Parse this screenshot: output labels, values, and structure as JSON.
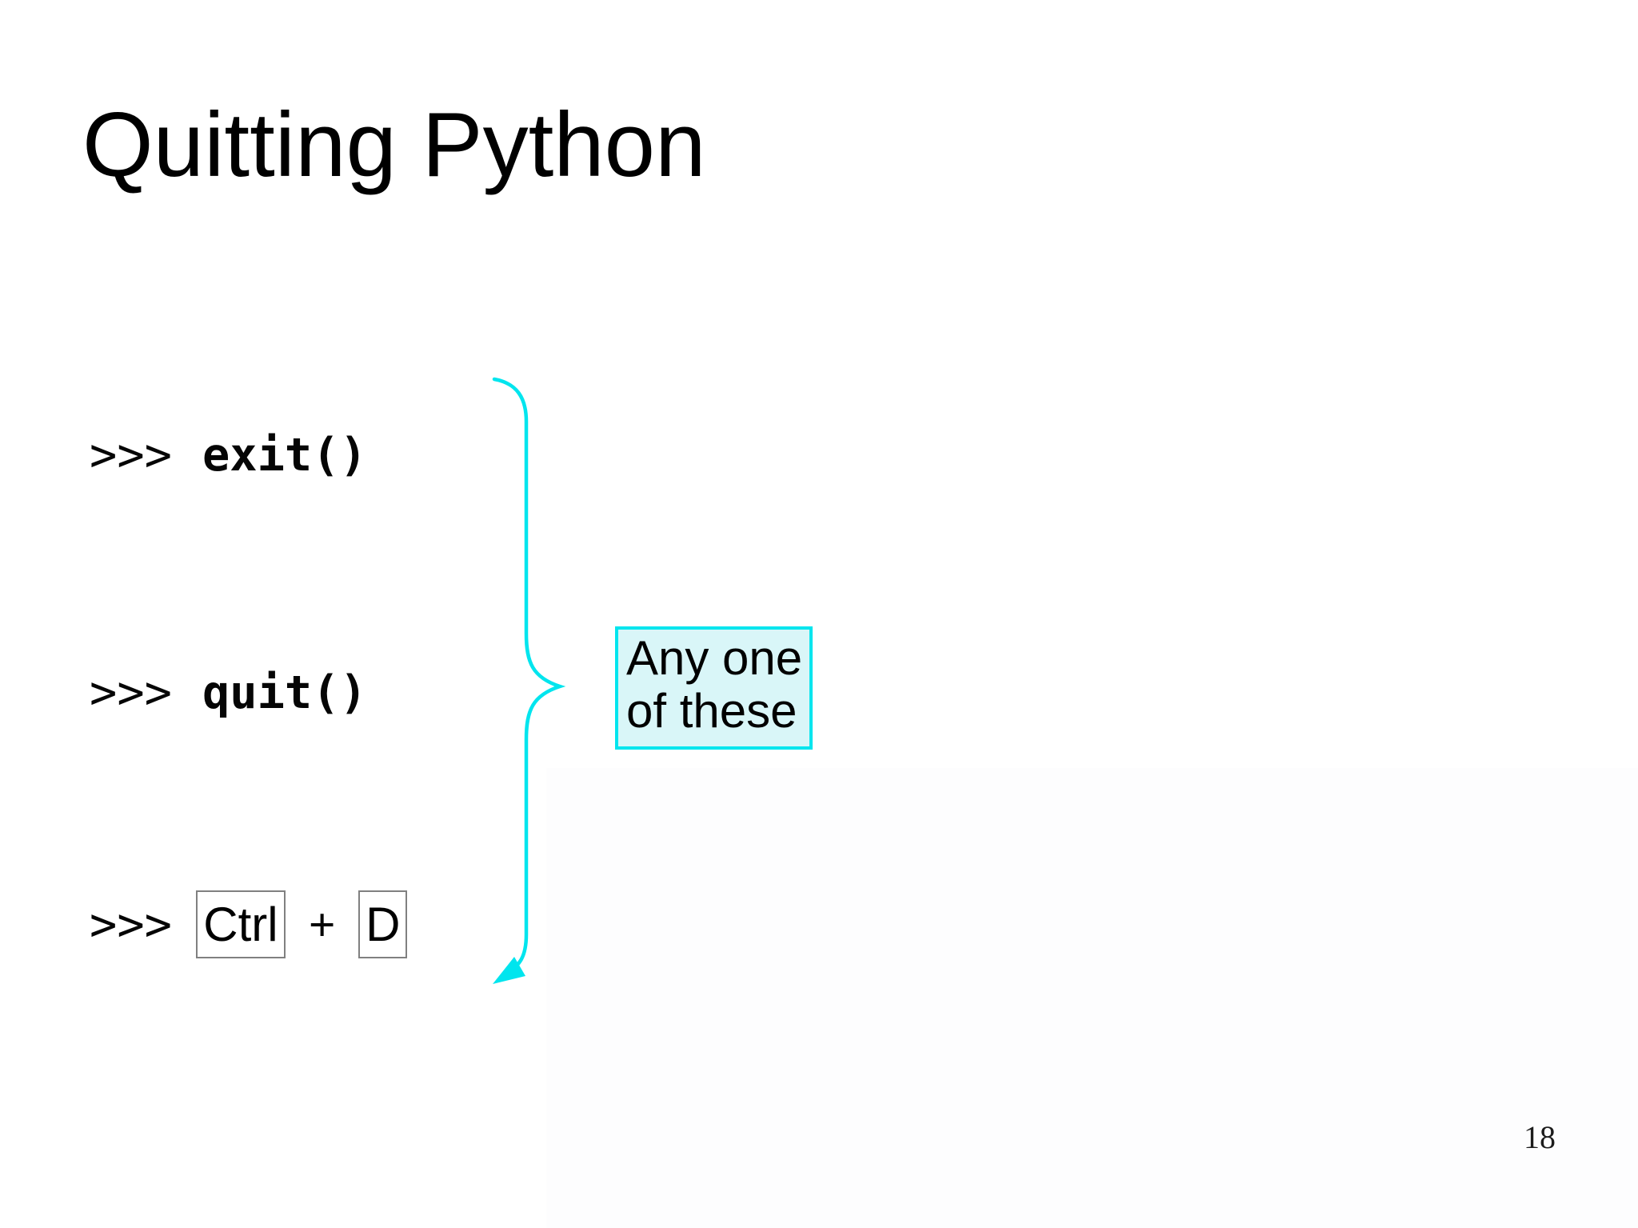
{
  "slide": {
    "title": "Quitting Python",
    "page_number": "18"
  },
  "code_lines": [
    {
      "prompt": ">>>",
      "command": "exit()"
    },
    {
      "prompt": ">>>",
      "command": "quit()"
    },
    {
      "prompt": ">>>",
      "keys": [
        "Ctrl",
        "D"
      ],
      "separator": "+"
    }
  ],
  "callout": {
    "text": "Any one\nof these"
  },
  "colors": {
    "accent_cyan": "#00e5ee",
    "callout_fill": "#d9f6f8",
    "key_border": "#808080",
    "text_black": "#000000"
  }
}
